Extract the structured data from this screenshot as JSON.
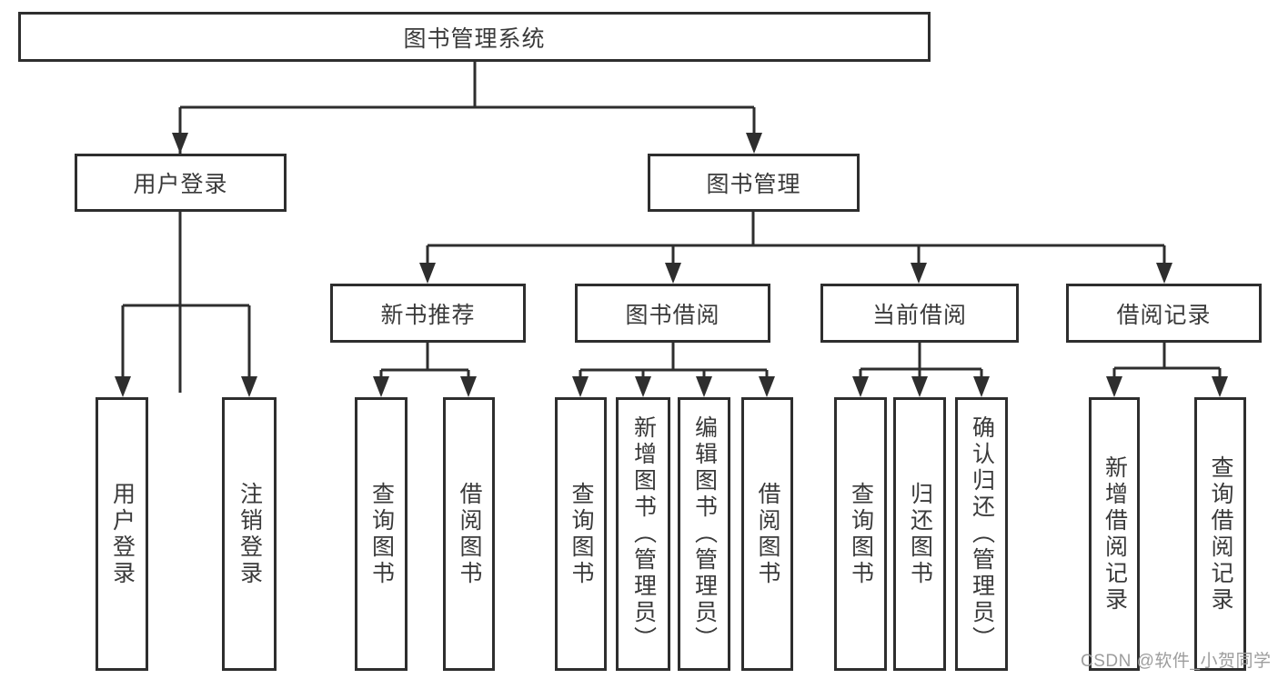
{
  "nodes": {
    "root": "图书管理系统",
    "user_login": "用户登录",
    "book_management": "图书管理",
    "new_book_recommend": "新书推荐",
    "book_borrow": "图书借阅",
    "current_borrow": "当前借阅",
    "borrow_record": "借阅记录"
  },
  "leaves": {
    "user_login": [
      "用户登录",
      "注销登录"
    ],
    "new_book_recommend": [
      "查询图书",
      "借阅图书"
    ],
    "book_borrow": [
      "查询图书",
      "新增图书（管理员）",
      "编辑图书（管理员）",
      "借阅图书"
    ],
    "current_borrow": [
      "查询图书",
      "归还图书",
      "确认归还（管理员）"
    ],
    "borrow_record": [
      "新增借阅记录",
      "查询借阅记录"
    ]
  },
  "watermark": "CSDN @软件_小贺同学",
  "colors": {
    "line": "#2e2e2e",
    "text": "#3a3a3a",
    "watermark": "#9d9d9d",
    "background": "#ffffff"
  }
}
